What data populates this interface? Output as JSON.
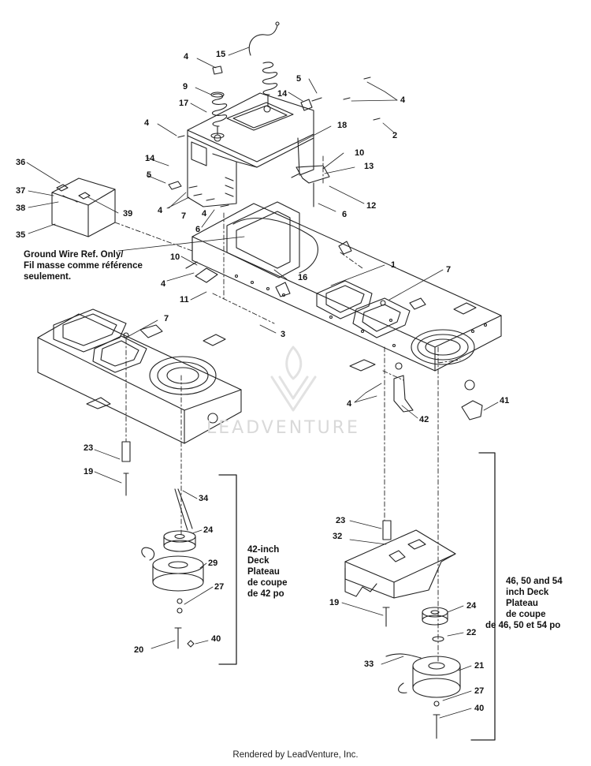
{
  "callouts": {
    "c1": "1",
    "c2": "2",
    "c3": "3",
    "c4a": "4",
    "c4b": "4",
    "c4c": "4",
    "c4d": "4",
    "c4e": "4",
    "c4f": "4",
    "c4g": "4",
    "c5a": "5",
    "c5b": "5",
    "c6a": "6",
    "c6b": "6",
    "c7a": "7",
    "c7b": "7",
    "c7c": "7",
    "c9": "9",
    "c10a": "10",
    "c10b": "10",
    "c11": "11",
    "c12": "12",
    "c13": "13",
    "c14a": "14",
    "c14b": "14",
    "c15": "15",
    "c16": "16",
    "c17": "17",
    "c18": "18",
    "c19a": "19",
    "c19b": "19",
    "c20": "20",
    "c21": "21",
    "c22": "22",
    "c23a": "23",
    "c23b": "23",
    "c24a": "24",
    "c24b": "24",
    "c27a": "27",
    "c27b": "27",
    "c29": "29",
    "c32": "32",
    "c33": "33",
    "c34": "34",
    "c35": "35",
    "c36": "36",
    "c37": "37",
    "c38": "38",
    "c39": "39",
    "c40a": "40",
    "c40b": "40",
    "c41": "41",
    "c42": "42"
  },
  "notes": {
    "ground_wire": [
      "Ground Wire Ref. Only/",
      "Fil masse comme référence",
      "seulement."
    ],
    "deck42": [
      "42-inch",
      "Deck",
      "Plateau",
      "de coupe",
      "de 42 po"
    ],
    "deck465054": [
      "46, 50 and 54",
      "inch Deck",
      "Plateau",
      "de coupe",
      "de 46, 50 et 54 po"
    ]
  },
  "watermark": "LEADVENTURE",
  "footer": "Rendered by LeadVenture, Inc."
}
